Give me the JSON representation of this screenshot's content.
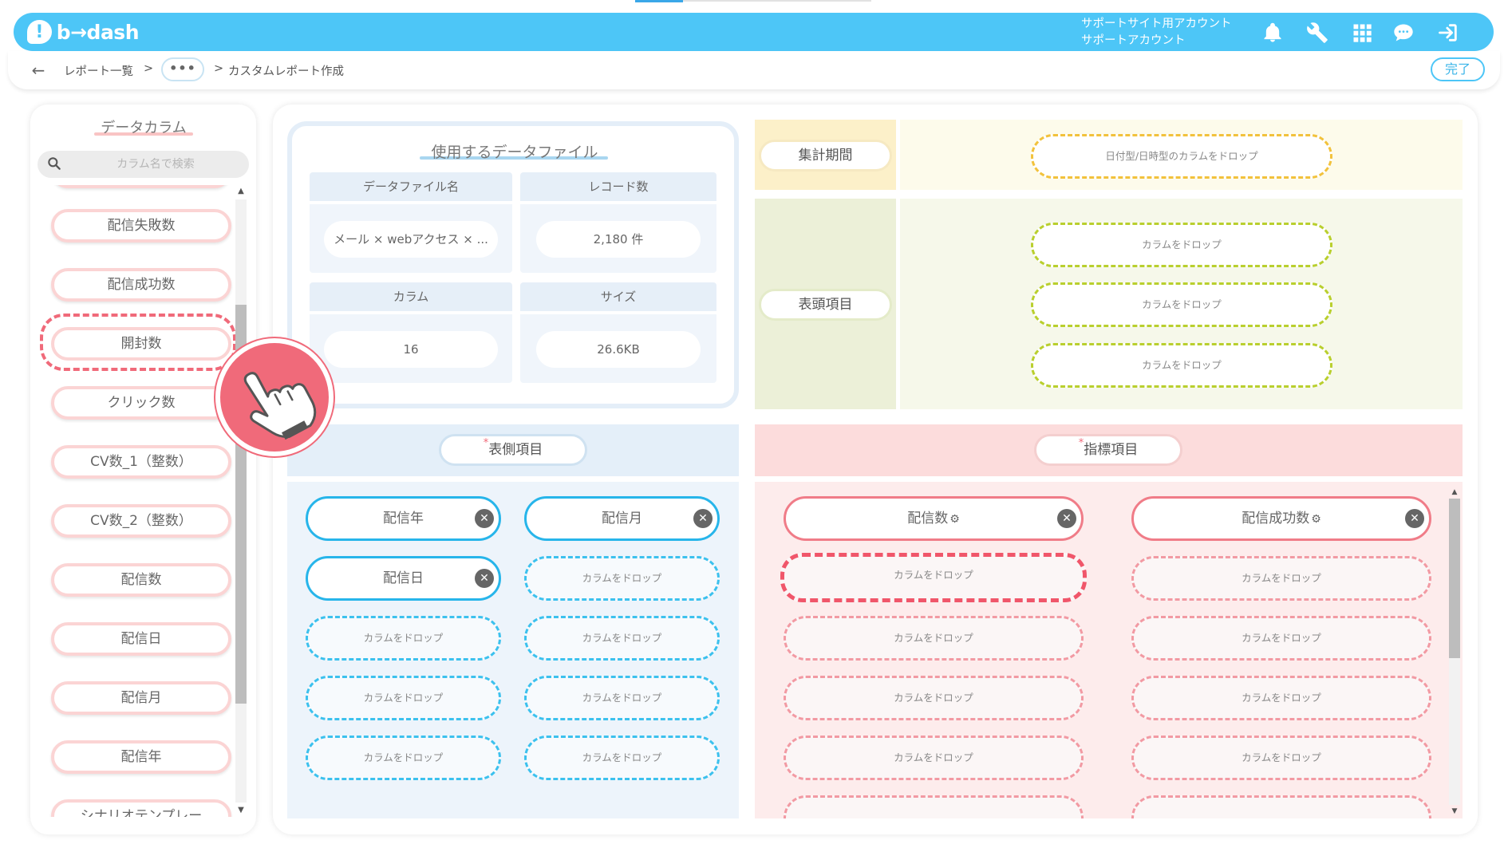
{
  "header": {
    "logo_mark": "!",
    "logo_text": "b→dash",
    "account_line1": "サポートサイト用アカウント",
    "account_line2": "サポートアカウント",
    "icons": [
      "bell-icon",
      "wrench-icon",
      "grid-icon",
      "chat-icon",
      "logout-icon"
    ]
  },
  "breadcrumb": {
    "back": "←",
    "item1": "レポート一覧",
    "sep": ">",
    "dots": "•••",
    "item3": "カスタムレポート作成",
    "done_label": "完了"
  },
  "left_panel": {
    "title": "データカラム",
    "search_placeholder": "カラム名で検索",
    "columns": [
      "配信失敗数",
      "配信成功数",
      "開封数",
      "クリック数",
      "CV数_1（整数）",
      "CV数_2（整数）",
      "配信数",
      "配信日",
      "配信月",
      "配信年",
      "シナリオテンプレー"
    ]
  },
  "data_file": {
    "title": "使用するデータファイル",
    "name_header": "データファイル名",
    "name_value": "メール × webアクセス × ...",
    "records_header": "レコード数",
    "records_value": "2,180 件",
    "columns_header": "カラム",
    "columns_value": "16",
    "size_header": "サイズ",
    "size_value": "26.6KB"
  },
  "period": {
    "label": "集計期間",
    "drop_text": "日付型/日時型のカラムをドロップ"
  },
  "header_items": {
    "label": "表頭項目",
    "drops": [
      "カラムをドロップ",
      "カラムをドロップ",
      "カラムをドロップ"
    ]
  },
  "row_items": {
    "required_mark": "*",
    "label": "表側項目",
    "filled": [
      "配信年",
      "配信月",
      "配信日"
    ],
    "drop_text": "カラムをドロップ",
    "close_glyph": "✕"
  },
  "metric_items": {
    "required_mark": "*",
    "label": "指標項目",
    "filled": [
      "配信数",
      "配信成功数"
    ],
    "gear_glyph": "⚙",
    "drop_text": "カラムをドロップ",
    "close_glyph": "✕"
  },
  "colors": {
    "header_bg": "#4dc6f7",
    "accent_pink": "#f06a7a",
    "row_blue": "#27b5ea",
    "header_green": "#b9cf2e",
    "period_yellow": "#f2c23c"
  }
}
